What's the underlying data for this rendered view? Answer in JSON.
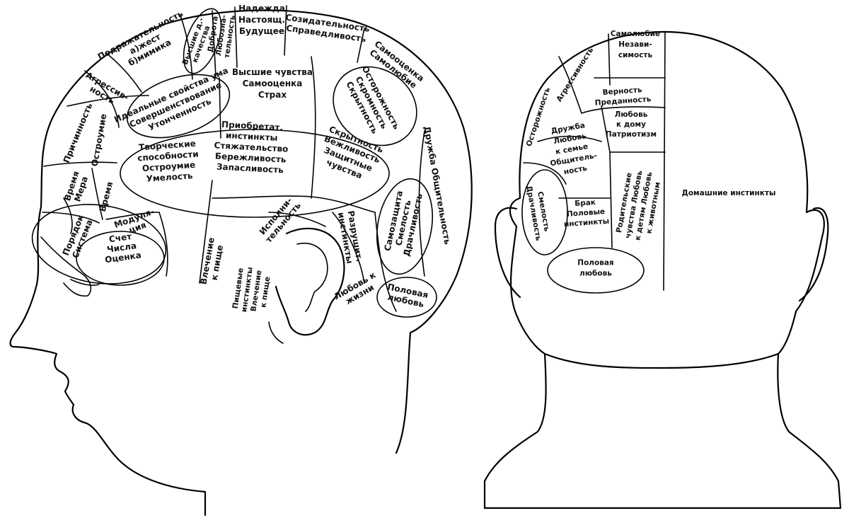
{
  "profile_head": {
    "labels": [
      {
        "id": "podrazhatelnost",
        "lines": [
          "Подражательность",
          "а)жест",
          "б)мимика"
        ]
      },
      {
        "id": "vysshie-kachestva",
        "lines": [
          "Высшие д.-",
          "качества"
        ]
      },
      {
        "id": "dobrota-lyuboznatelnost",
        "lines": [
          "Доброта",
          "Любозна-",
          "тельность"
        ]
      },
      {
        "id": "nadezhda",
        "lines": [
          "Надежда",
          "Настоящ.",
          "Будущее"
        ]
      },
      {
        "id": "sozidatelnost",
        "lines": [
          "Созидательность",
          "Справедливость"
        ]
      },
      {
        "id": "samootsenka-samolyubie",
        "lines": [
          "Самооценка",
          "Самолюбие"
        ]
      },
      {
        "id": "agressivnost",
        "lines": [
          "Агрессив-",
          "ность"
        ]
      },
      {
        "id": "idealnye-svoistva",
        "lines": [
          "Идеальные свойства ума",
          "Совершенствование",
          "Утонченность"
        ]
      },
      {
        "id": "vysshie-chuvstva",
        "lines": [
          "Высшие чувства",
          "Самооценка",
          "Страх"
        ]
      },
      {
        "id": "ostorozhnost-skromnost",
        "lines": [
          "Осторожность",
          "Скромность",
          "Скрытность"
        ]
      },
      {
        "id": "prichinnost",
        "lines": [
          "Причинность"
        ]
      },
      {
        "id": "ostroumie",
        "lines": [
          "Остроумие"
        ]
      },
      {
        "id": "tvorcheskie-sposobnosti",
        "lines": [
          "Творческие",
          "способности",
          "Остроумие",
          "Умелость"
        ]
      },
      {
        "id": "priobretat-instinkty",
        "lines": [
          "Приобретат.",
          "инстинкты",
          "Стяжательство",
          "Бережливость",
          "Запасливость"
        ]
      },
      {
        "id": "skrytnost-vezhlivost",
        "lines": [
          "Скрытность",
          "Вежливость",
          "Защитные",
          "чувства"
        ]
      },
      {
        "id": "druzhba-obshchitelnost",
        "lines": [
          "Дружба Общительность"
        ]
      },
      {
        "id": "vremya-mera",
        "lines": [
          "Время",
          "Мера"
        ]
      },
      {
        "id": "vremya",
        "lines": [
          "Время"
        ]
      },
      {
        "id": "modulyatsiya",
        "lines": [
          "Модуля-",
          "ция"
        ]
      },
      {
        "id": "poryadok-sistema",
        "lines": [
          "Порядок",
          "Система"
        ]
      },
      {
        "id": "schet-chisla-otsenka",
        "lines": [
          "Счет",
          "Числа",
          "Оценка"
        ]
      },
      {
        "id": "vlechenie-k-pishche",
        "lines": [
          "Влечение",
          "к пище"
        ]
      },
      {
        "id": "ispolnitelnost",
        "lines": [
          "Исполни-",
          "тельность"
        ]
      },
      {
        "id": "razrushit-instinkty",
        "lines": [
          "Разрушит.",
          "инстинкты"
        ]
      },
      {
        "id": "samozashchita",
        "lines": [
          "Самозащита",
          "Смелость",
          "Драчливость"
        ]
      },
      {
        "id": "pishchevye-instinkty",
        "lines": [
          "Пищевые",
          "инстинкты",
          "Влечение",
          "к пище"
        ]
      },
      {
        "id": "lyubov-k-zhizni",
        "lines": [
          "Любовь к",
          "жизни"
        ]
      },
      {
        "id": "polovaya-lyubov",
        "lines": [
          "Половая",
          "любовь"
        ]
      }
    ]
  },
  "back_head": {
    "labels": [
      {
        "id": "samolyubie-nezavisimost",
        "lines": [
          "Самолюбие",
          "Незави-",
          "симость"
        ]
      },
      {
        "id": "agressivnost",
        "lines": [
          "Агрессивность"
        ]
      },
      {
        "id": "ostorozhnost",
        "lines": [
          "Осторожность"
        ]
      },
      {
        "id": "vernost-predannost",
        "lines": [
          "Верность",
          "Преданность"
        ]
      },
      {
        "id": "druzhba-lyubov-k-seme",
        "lines": [
          "Дружба",
          "Любовь",
          "к семье",
          "Общитель-",
          "ность"
        ]
      },
      {
        "id": "lyubov-k-domu",
        "lines": [
          "Любовь",
          "к дому",
          "Патриотизм"
        ]
      },
      {
        "id": "smelost-drachlivost",
        "lines": [
          "Смелость",
          "Драчливость"
        ]
      },
      {
        "id": "brak-polovye-instinkty",
        "lines": [
          "Брак",
          "Половые",
          "инстинкты"
        ]
      },
      {
        "id": "roditelskie-chuvstva",
        "lines": [
          "Родительские",
          "чувства Любовь",
          "к детям Любовь",
          "к животным"
        ]
      },
      {
        "id": "domashnie-instinkty",
        "lines": [
          "Домашние инстинкты"
        ]
      },
      {
        "id": "polovaya-lyubov",
        "lines": [
          "Половая",
          "любовь"
        ]
      }
    ]
  }
}
